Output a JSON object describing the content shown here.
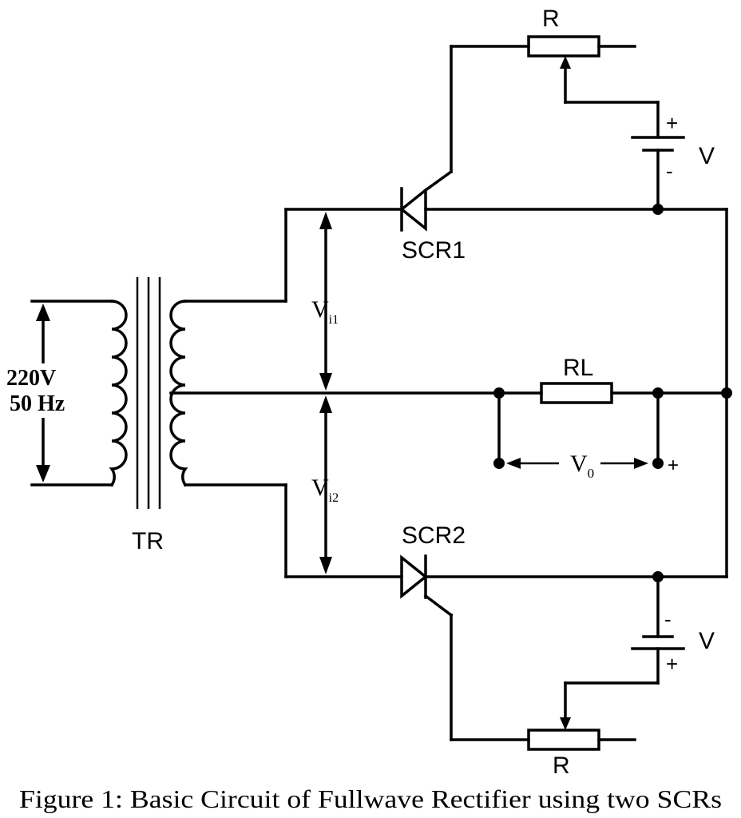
{
  "labels": {
    "r_top": "R",
    "r_bottom": "R",
    "v_top": "V",
    "v_bottom": "V",
    "plus": "+",
    "minus": "-",
    "scr1": "SCR1",
    "scr2": "SCR2",
    "rl": "RL",
    "vi1_main": "V",
    "vi1_sub": "i1",
    "vi2_main": "V",
    "vi2_sub": "i2",
    "vo_main": "V",
    "vo_sub": "0",
    "vo_plus": "+",
    "source_voltage": "220V",
    "source_freq": "50 Hz",
    "tr": "TR"
  },
  "caption": "Figure 1: Basic Circuit of Fullwave Rectifier using two SCRs"
}
